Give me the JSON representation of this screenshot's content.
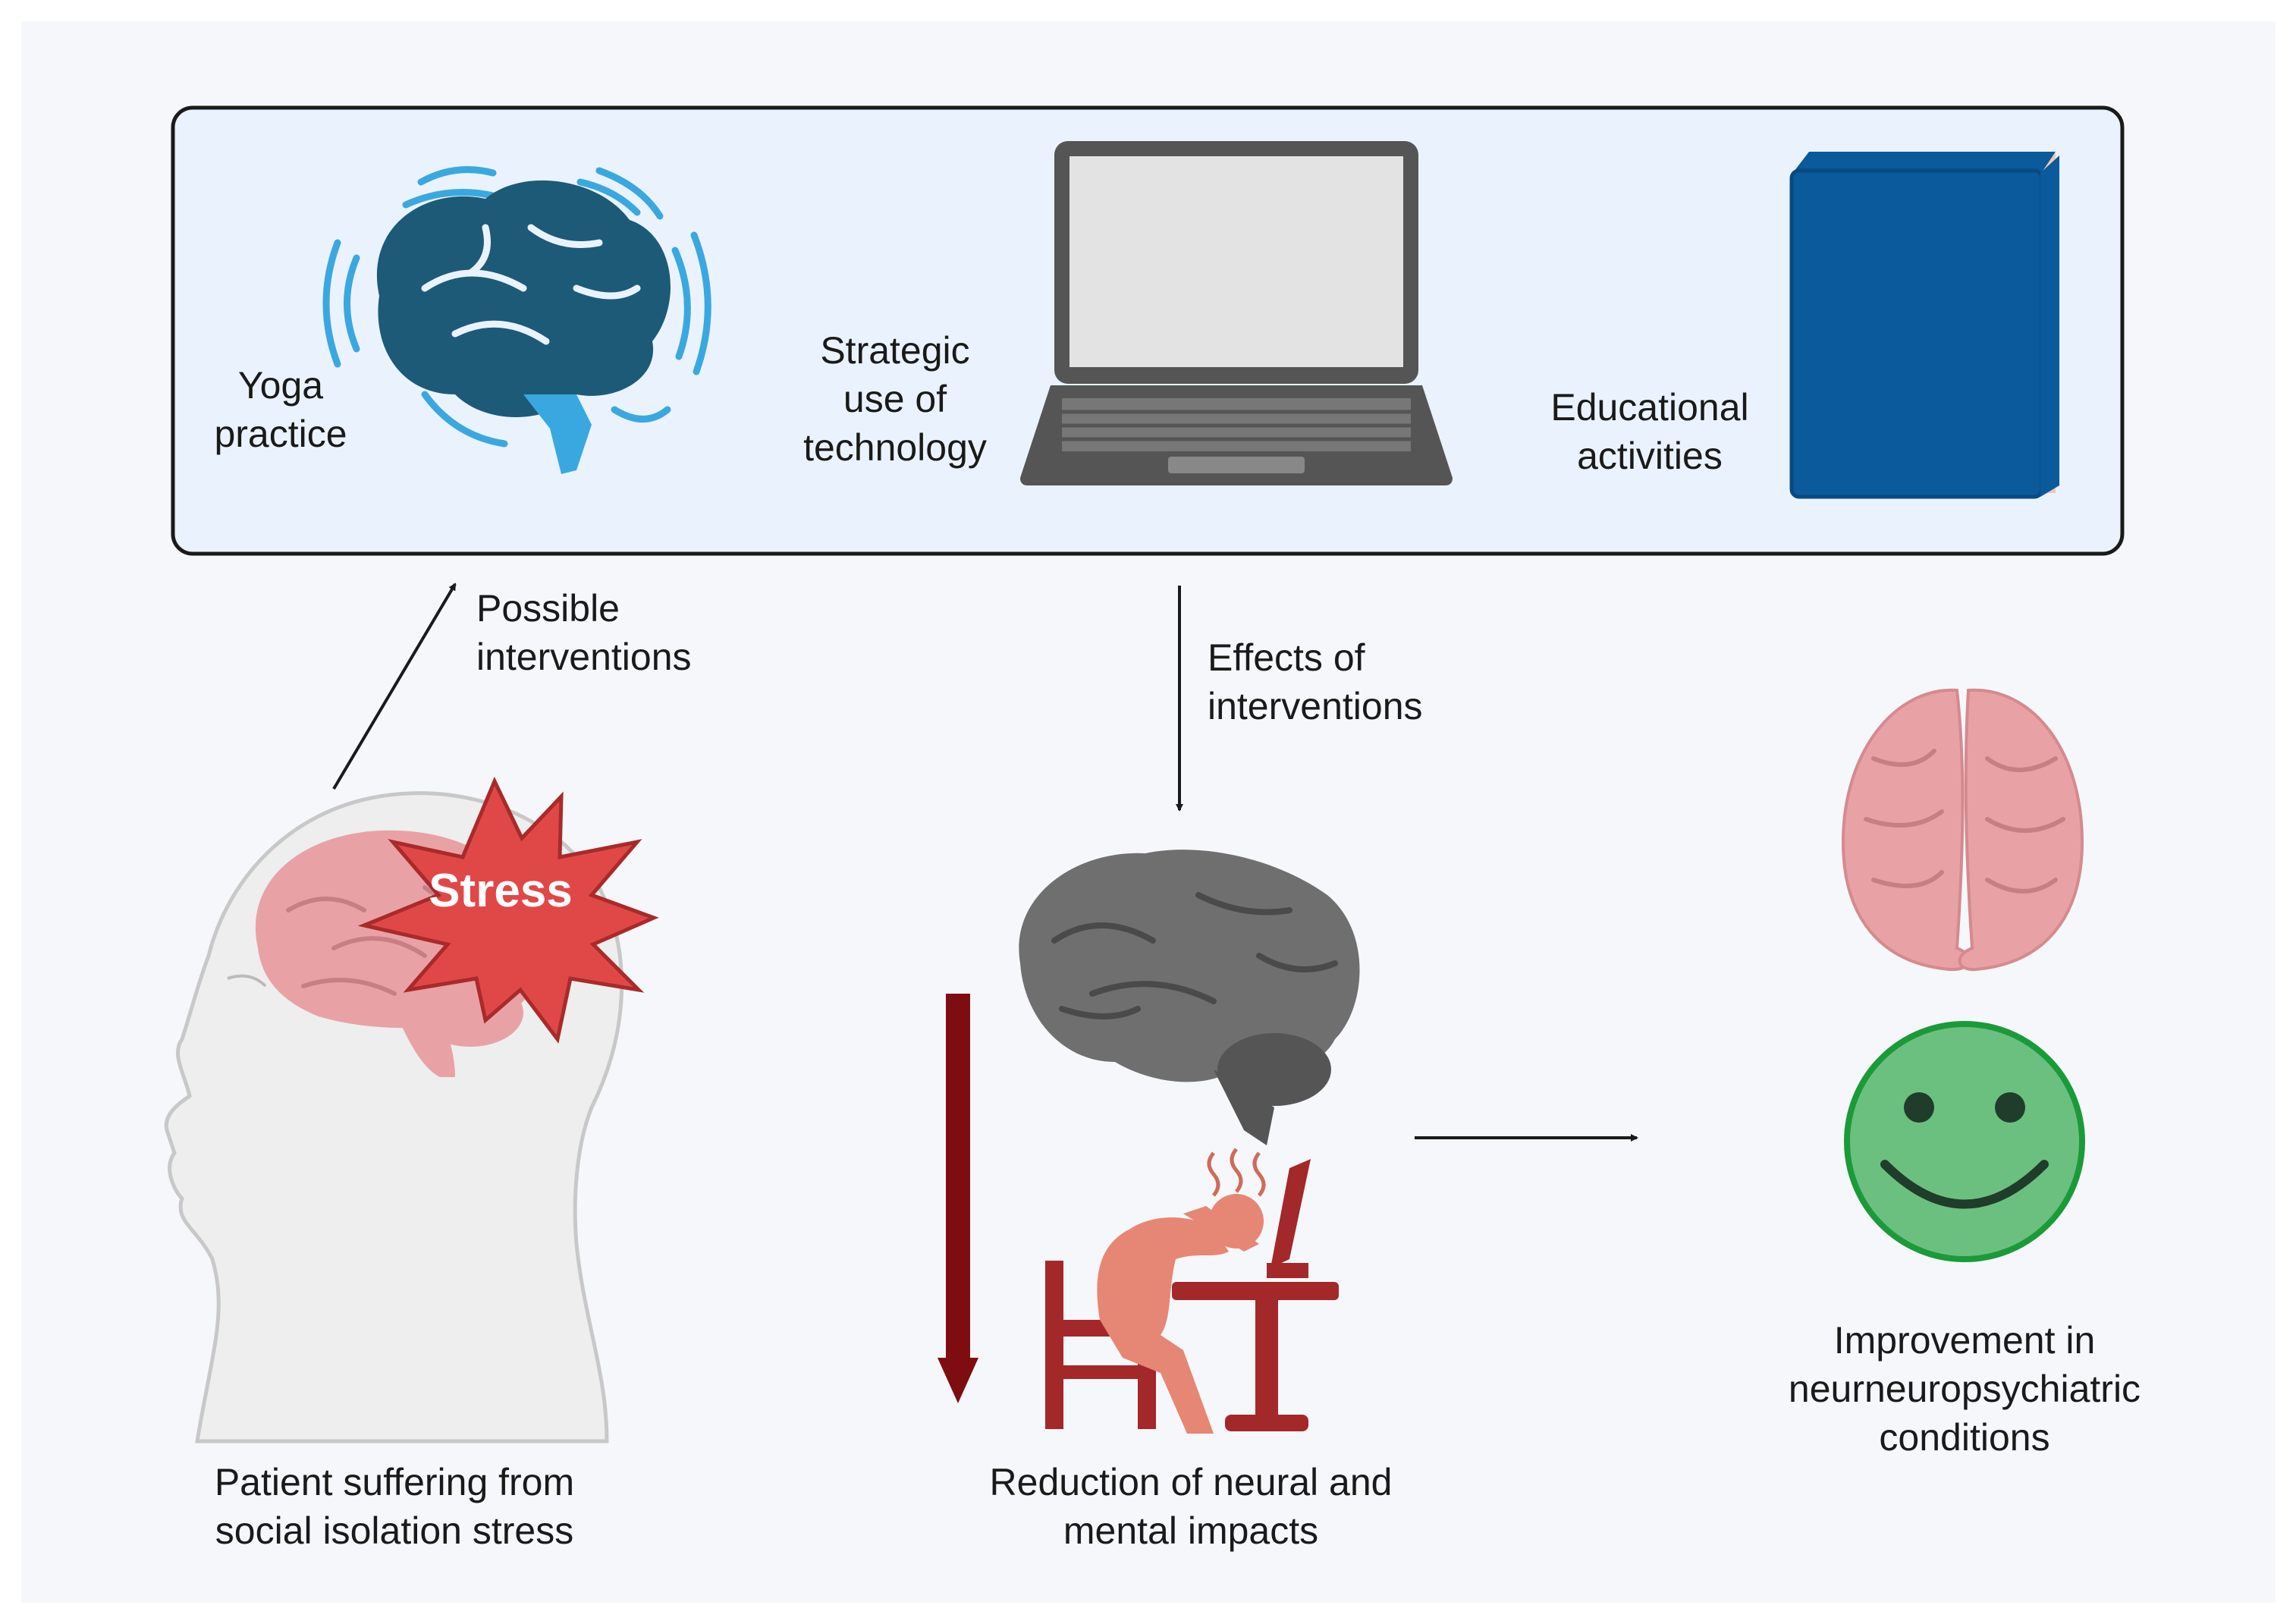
{
  "interventions_box": {
    "yoga_label": "Yoga\npractice",
    "technology_label": "Strategic\nuse of\ntechnology",
    "education_label": "Educational\nactivities"
  },
  "arrows": {
    "possible_interventions_label": "Possible\ninterventions",
    "effects_label": "Effects of\ninterventions"
  },
  "patient": {
    "stress_label": "Stress",
    "caption": "Patient suffering from\nsocial isolation stress"
  },
  "reduction": {
    "caption": "Reduction of neural and\nmental impacts"
  },
  "improvement": {
    "caption": "Improvement in\nneurneuropsychiatric\nconditions"
  },
  "colors": {
    "box_fill": "#eaf3fd",
    "yoga_brain": "#1d5a78",
    "brain_waves": "#3aa8e0",
    "book_blue": "#0a5a9c",
    "book_pages": "#f2c7b4",
    "stress_red": "#e04848",
    "pink_brain": "#e8a2a6",
    "gray_brain": "#6f6f6f",
    "dark_red_arrow": "#7e0d12",
    "person_salmon": "#e58774",
    "desk_red": "#a3282a",
    "smiley_green": "#6cc07f",
    "smiley_outline": "#1b9a3a"
  }
}
